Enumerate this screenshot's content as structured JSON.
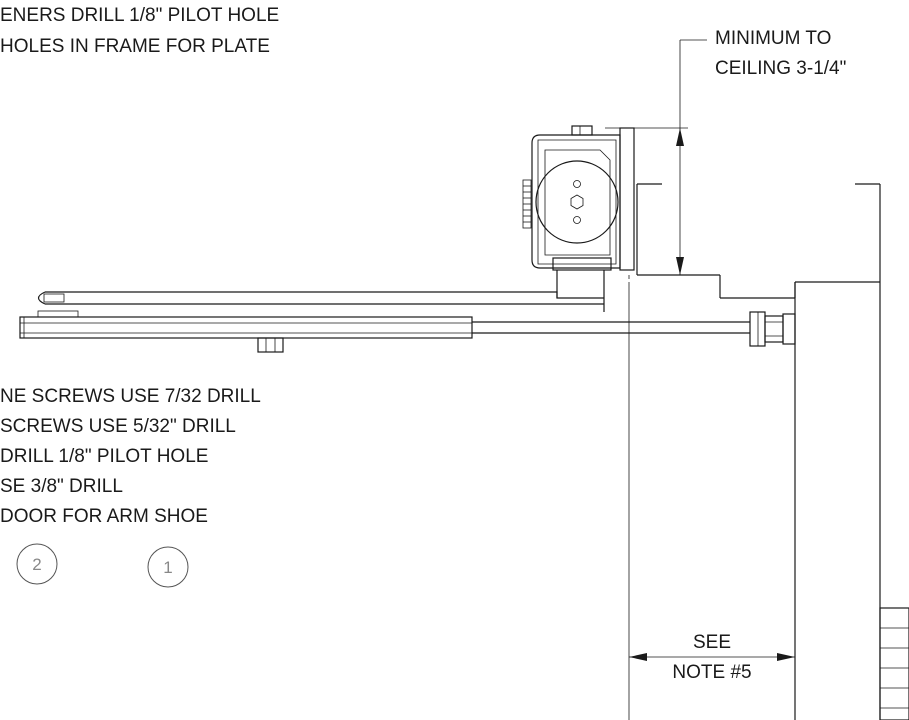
{
  "notes_top": [
    "ENERS DRILL 1/8\"  PILOT HOLE",
    "HOLES IN FRAME FOR PLATE"
  ],
  "ceiling_dimension": {
    "line1": "MINIMUM TO",
    "line2": "CEILING 3-1/4\""
  },
  "notes_bottom": [
    "NE SCREWS USE 7/32 DRILL",
    " SCREWS USE 5/32\" DRILL",
    "DRILL 1/8\"  PILOT HOLE",
    "SE 3/8\" DRILL",
    " DOOR FOR ARM SHOE"
  ],
  "callouts": [
    "2",
    "1"
  ],
  "see_note": {
    "line1": "SEE",
    "line2": "NOTE #5"
  }
}
